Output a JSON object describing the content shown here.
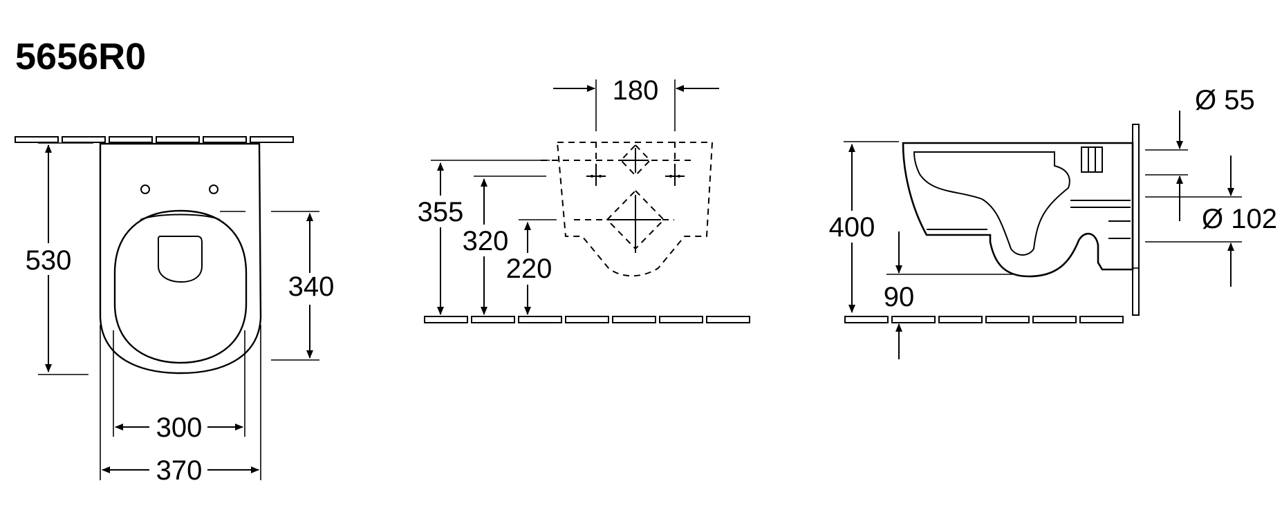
{
  "title": "5656R0",
  "top_view": {
    "length": "530",
    "seat_length": "340",
    "seat_width": "300",
    "overall_width": "370"
  },
  "wall_view": {
    "bolt_spacing": "180",
    "height_upper": "355",
    "height_middle": "320",
    "height_lower": "220"
  },
  "side_view": {
    "height": "400",
    "outlet_height": "90",
    "inlet_diameter": "Ø 55",
    "outlet_diameter": "Ø 102"
  }
}
